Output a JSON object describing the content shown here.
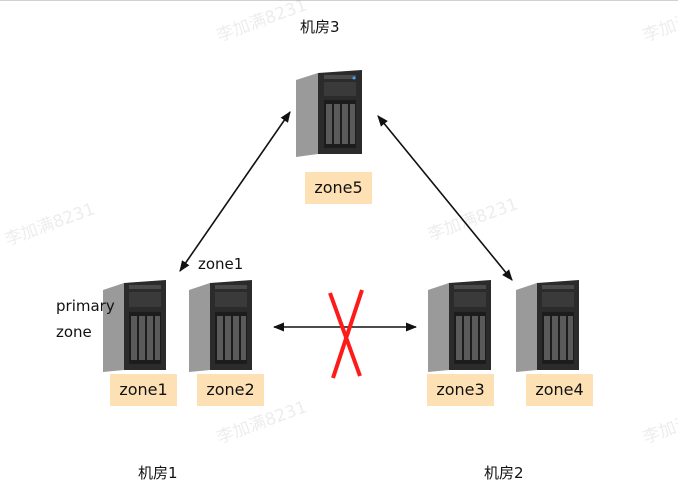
{
  "rooms": {
    "room3": "机房3",
    "room1": "机房1",
    "room2": "机房2"
  },
  "zones": {
    "zone1": "zone1",
    "zone2": "zone2",
    "zone3": "zone3",
    "zone4": "zone4",
    "zone5": "zone5"
  },
  "annotations": {
    "primary_zone_line1": "primary",
    "primary_zone_line2": "zone",
    "arrow_zone_label": "zone1"
  },
  "watermark": "李加满8231",
  "colors": {
    "zone_box": "#fde0b4",
    "arrow": "#111111",
    "cross": "#ff1a1a",
    "server_body": "#2b2b2b",
    "server_side": "#9a9a9a"
  },
  "icons": {
    "server": "tower-server-icon",
    "blocked": "red-x-icon"
  }
}
